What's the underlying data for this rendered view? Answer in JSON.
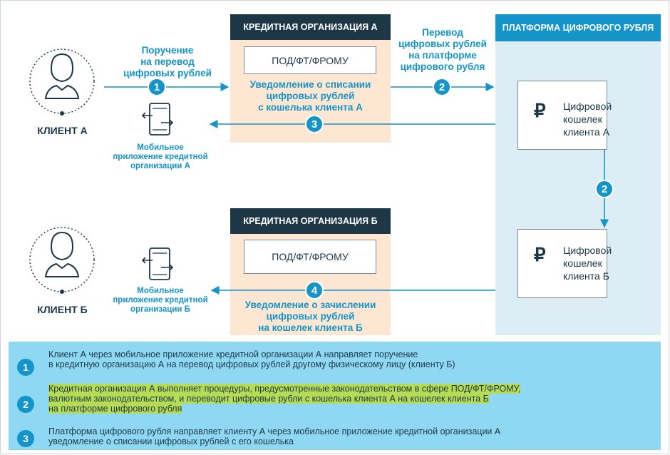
{
  "org_a": {
    "header": "КРЕДИТНАЯ ОРГАНИЗАЦИЯ А",
    "box": "ПОД/ФТ/ФРОМУ",
    "notice": [
      "Уведомление о списании",
      "цифровых рублей",
      "с кошелька клиента А"
    ]
  },
  "org_b": {
    "header": "КРЕДИТНАЯ ОРГАНИЗАЦИЯ Б",
    "box": "ПОД/ФТ/ФРОМУ",
    "notice": [
      "Уведомление о зачислении",
      "цифровых рублей",
      "на кошелек клиента Б"
    ]
  },
  "platform": {
    "header": "ПЛАТФОРМА ЦИФРОВОГО РУБЛЯ",
    "wallet_a": [
      "Цифровой",
      "кошелек",
      "клиента А"
    ],
    "wallet_b": [
      "Цифровой",
      "кошелек",
      "клиента Б"
    ],
    "ruble_symbol": "₽"
  },
  "client_a": {
    "label": "КЛИЕНТ А",
    "mobile": [
      "Мобильное",
      "приложение кредитной",
      "организации А"
    ]
  },
  "client_b": {
    "label": "КЛИЕНТ Б",
    "mobile": [
      "Мобильное",
      "приложение кредитной",
      "организации Б"
    ]
  },
  "flows": {
    "order": [
      "Поручение",
      "на перевод",
      "цифровых рублей"
    ],
    "transfer": [
      "Перевод",
      "цифровых рублей",
      "на платформе",
      "цифрового рубля"
    ]
  },
  "badges": {
    "one": "1",
    "two": "2",
    "three": "3",
    "four": "4"
  },
  "legend": [
    {
      "num": "1",
      "lines": [
        "Клиент А через мобильное приложение кредитной организации А направляет поручение",
        "в кредитную организацию А на перевод цифровых рублей другому физическому лицу (клиенту Б)"
      ],
      "highlight": false
    },
    {
      "num": "2",
      "lines": [
        "Кредитная организация А выполняет процедуры, предусмотренные законодательством в сфере ПОД/ФТ/ФРОМУ,",
        "валютным законодательством, и переводит цифровые рубли с кошелька клиента А на кошелек клиента Б",
        "на платформе цифрового рубля"
      ],
      "highlight": true
    },
    {
      "num": "3",
      "lines": [
        "Платформа цифрового рубля направляет клиенту А через мобильное приложение кредитной организации А",
        "уведомление о списании цифровых рублей с его кошелька"
      ],
      "highlight": false
    }
  ],
  "colors": {
    "navy": "#1d3747",
    "blue": "#1494c9",
    "peach": "#fde7d2",
    "platform": "#dcedf6",
    "legend": "#8fd8f4",
    "highlight": "#b6dc55"
  }
}
